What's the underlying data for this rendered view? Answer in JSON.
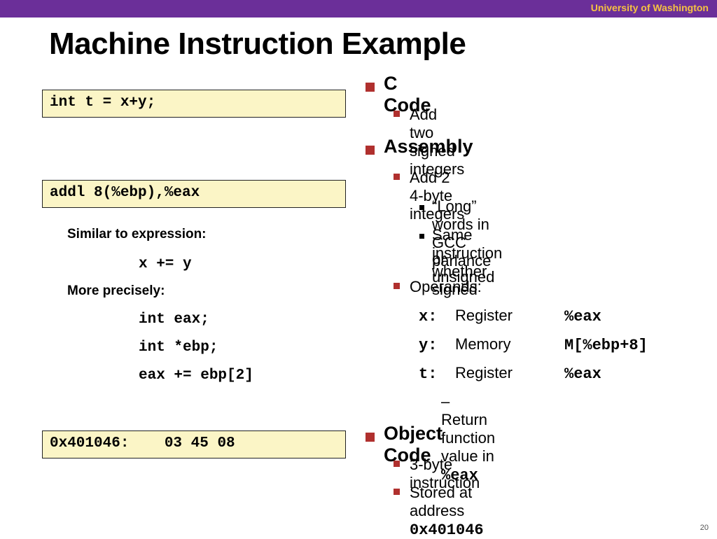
{
  "header": {
    "university": "University of Washington",
    "title": "Machine Instruction Example"
  },
  "left": {
    "c_code_box": "int t = x+y;",
    "asm_box": "addl 8(%ebp),%eax",
    "similar_label": "Similar to expression:",
    "similar_code": "x += y",
    "precisely_label": "More precisely:",
    "precisely_code": [
      "int eax;",
      "int *ebp;",
      "eax += ebp[2]"
    ],
    "object_box": "0x401046:    03 45 08"
  },
  "right": {
    "c_code": {
      "heading": "C Code",
      "items": [
        "Add two signed integers"
      ]
    },
    "assembly": {
      "heading": "Assembly",
      "item1": "Add 2 4-byte integers",
      "subitems": [
        "“Long” words in GCC parlance",
        "Same instruction whether signed",
        "or unsigned"
      ],
      "operands_label": "Operands:",
      "operands": [
        {
          "var": "x:",
          "kind": "Register",
          "val": "%eax"
        },
        {
          "var": "y:",
          "kind": "Memory",
          "val": "M[%ebp+8]"
        },
        {
          "var": "t:",
          "kind": "Register",
          "val": "%eax"
        }
      ],
      "return_prefix": "– Return function value in ",
      "return_reg": "%eax"
    },
    "object_code": {
      "heading": "Object Code",
      "item1": "3-byte instruction",
      "item2_prefix": "Stored at address ",
      "item2_addr": "0x401046"
    }
  },
  "footer": {
    "page_number": "20"
  },
  "colors": {
    "topbar": "#6b2f99",
    "univ_text": "#f5c242",
    "code_box_bg": "#fbf5c6",
    "bullet": "#b0302e"
  }
}
